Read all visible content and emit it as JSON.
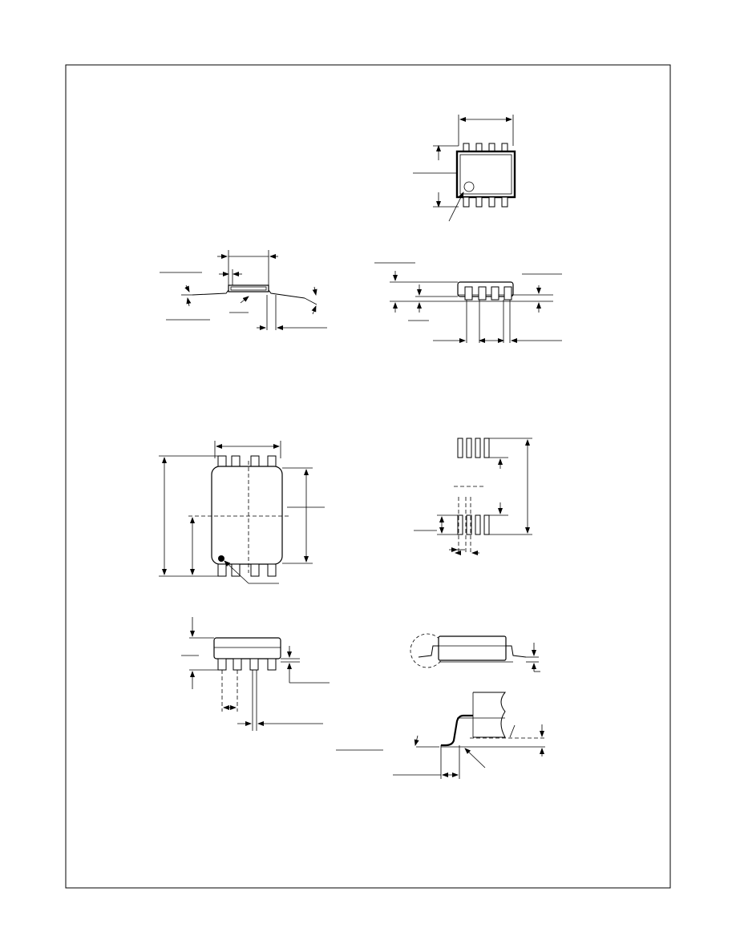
{
  "document": {
    "page_border": true,
    "drawings": [
      {
        "id": "package-top-view",
        "pins_per_side": 4
      },
      {
        "id": "package-side-view",
        "pins_per_side": 4
      },
      {
        "id": "package-end-view",
        "pins_per_side": 4
      },
      {
        "id": "package-outline-top",
        "pins_per_side": 4
      },
      {
        "id": "land-pattern",
        "pads_per_side": 4
      },
      {
        "id": "package-outline-side",
        "pins_per_side": 4
      },
      {
        "id": "lead-detail-overview"
      },
      {
        "id": "lead-detail-zoom"
      }
    ]
  }
}
